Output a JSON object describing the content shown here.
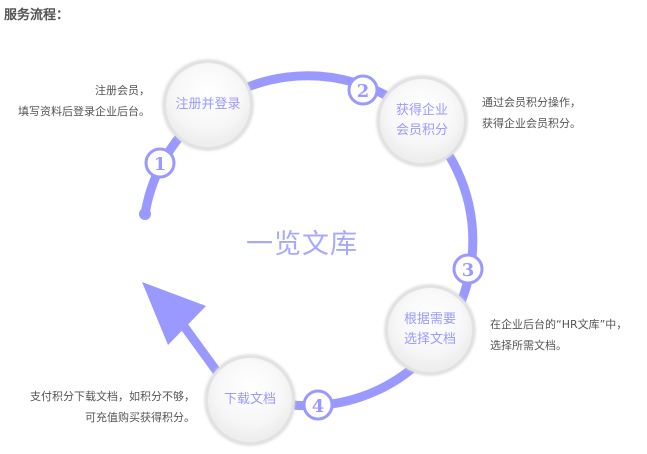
{
  "title": "服务流程：",
  "center_label": "一览文库",
  "accent_color": "#9999ff",
  "steps": [
    {
      "number": "1",
      "label": "注册并登录",
      "desc_line1": "注册会员，",
      "desc_line2": "填写资料后登录企业后台。"
    },
    {
      "number": "2",
      "label_line1": "获得企业",
      "label_line2": "会员积分",
      "desc_line1": "通过会员积分操作，",
      "desc_line2": "获得企业会员积分。"
    },
    {
      "number": "3",
      "label_line1": "根据需要",
      "label_line2": "选择文档",
      "desc_line1": "在企业后台的“HR文库”中，",
      "desc_line2": "选择所需文档。"
    },
    {
      "number": "4",
      "label": "下载文档",
      "desc_line1": "支付积分下载文档，如积分不够，",
      "desc_line2": "可充值购买获得积分。"
    }
  ]
}
